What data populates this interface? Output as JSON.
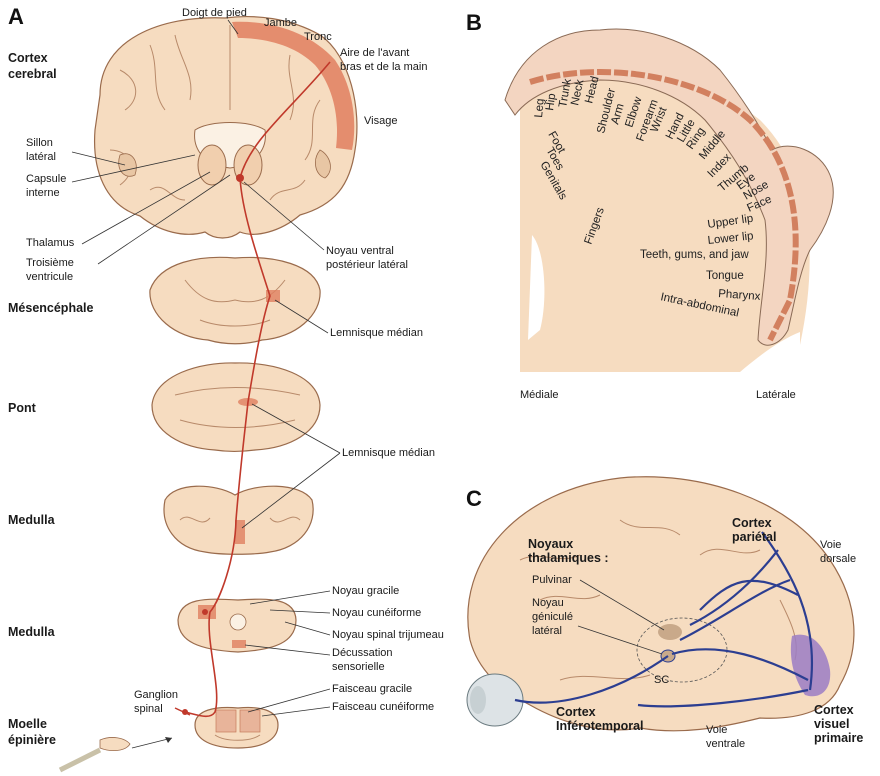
{
  "panels": {
    "a": "A",
    "b": "B",
    "c": "C"
  },
  "panel_a": {
    "headings": {
      "cortex": [
        "Cortex",
        "cerebral"
      ],
      "mesencephale": "Mésencéphale",
      "pont": "Pont",
      "medulla_upper": "Medulla",
      "medulla_lower": "Medulla",
      "moelle": [
        "Moelle",
        "épinière"
      ]
    },
    "labels": {
      "doigt_de_pied": "Doigt de pied",
      "jambe": "Jambe",
      "tronc": "Tronc",
      "aire_bras": [
        "Aire de l'avant",
        "bras et de la main"
      ],
      "visage": "Visage",
      "sillon": [
        "Sillon",
        "latéral"
      ],
      "capsule": [
        "Capsule",
        "interne"
      ],
      "thalamus": "Thalamus",
      "troisieme": [
        "Troisième",
        "ventricule"
      ],
      "noyau_vpl": [
        "Noyau ventral",
        "postérieur latéral"
      ],
      "lemnisque_1": "Lemnisque médian",
      "lemnisque_2": "Lemnisque médian",
      "noyau_gracile": "Noyau gracile",
      "noyau_cuneiforme": "Noyau cunéiforme",
      "noyau_spinal": "Noyau spinal trijumeau",
      "decussation": [
        "Décussation",
        "sensorielle"
      ],
      "faisceau_gracile": "Faisceau gracile",
      "faisceau_cuneiforme": "Faisceau cunéiforme",
      "ganglion": [
        "Ganglion",
        "spinal"
      ]
    }
  },
  "panel_b": {
    "homunculus_labels": [
      "Leg",
      "Hip",
      "Trunk",
      "Neck",
      "Head",
      "Shoulder",
      "Arm",
      "Elbow",
      "Forearm",
      "Wrist",
      "Hand",
      "Little",
      "Ring",
      "Middle",
      "Index",
      "Thumb",
      "Eye",
      "Nose",
      "Face",
      "Upper lip",
      "Lower lip",
      "Teeth, gums, and jaw",
      "Tongue",
      "Pharynx",
      "Intra-abdominal"
    ],
    "medial_extra": [
      "Foot",
      "Toes",
      "Genitals"
    ],
    "fingers": "Fingers",
    "mediale": "Médiale",
    "laterale": "Latérale"
  },
  "panel_c": {
    "noyaux": [
      "Noyaux",
      "thalamiques :"
    ],
    "pulvinar": "Pulvinar",
    "ngl": [
      "Noyau",
      "géniculé",
      "latéral"
    ],
    "sc": "SC",
    "cortex_parietal": [
      "Cortex",
      "pariétal"
    ],
    "voie_dorsale": [
      "Voie",
      "dorsale"
    ],
    "cortex_infero": [
      "Cortex",
      "Inférotemporal"
    ],
    "voie_ventrale": [
      "Voie",
      "ventrale"
    ],
    "cortex_visuel": [
      "Cortex",
      "visuel",
      "primaire"
    ]
  },
  "colors": {
    "tissue": "#f6dcc0",
    "cortex_highlight": "#e07f5f",
    "pathway": "#c0392b",
    "visual_path": "#2c3e91",
    "visual_cortex": "#9b7cc4"
  }
}
